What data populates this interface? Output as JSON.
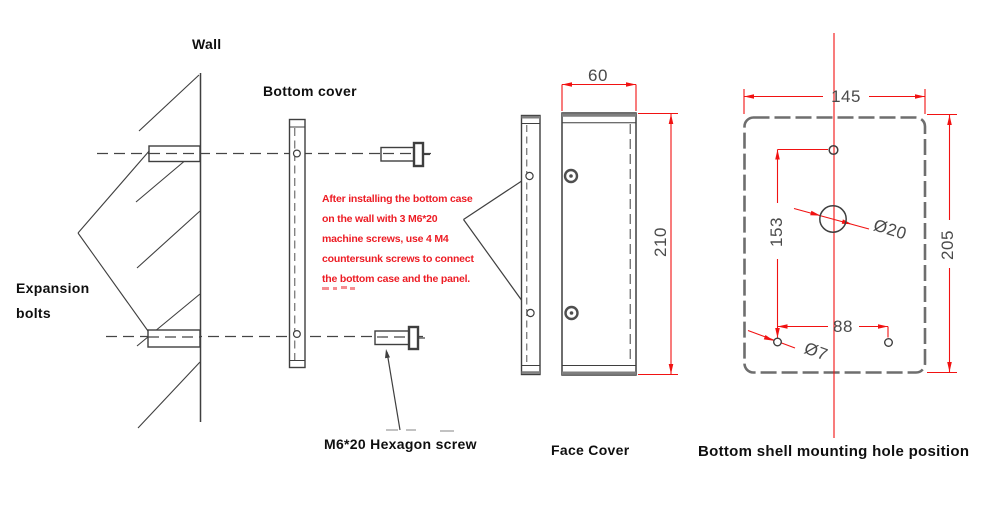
{
  "labels": {
    "wall": "Wall",
    "bottom_cover": "Bottom cover",
    "expansion_bolts": [
      "Expansion",
      "bolts"
    ],
    "hex_screw": "M6*20 Hexagon screw",
    "face_cover": "Face Cover",
    "bottom_shell": "Bottom shell mounting hole position"
  },
  "note": {
    "lines": [
      "After installing the bottom case",
      "on the wall with 3 M6*20",
      "machine screws, use 4 M4",
      "countersunk screws to connect",
      "the bottom case and the panel."
    ]
  },
  "dimensions": {
    "face_depth": "60",
    "face_height": "210",
    "shell_width": "145",
    "shell_height": "205",
    "hole_spacing_vertical": "153",
    "hole_spacing_horizontal": "88",
    "center_hole_diameter": "Ø20",
    "mount_hole_diameter": "Ø7"
  },
  "colors": {
    "dimension_line_red": "#F11212",
    "note_red": "#ED1C24",
    "drawing_line": "#3F3F3F",
    "band_gray": "#7F7F7F",
    "dimension_text_gray": "#4A4A4A",
    "shell_border_gray": "#6E6E6E"
  }
}
